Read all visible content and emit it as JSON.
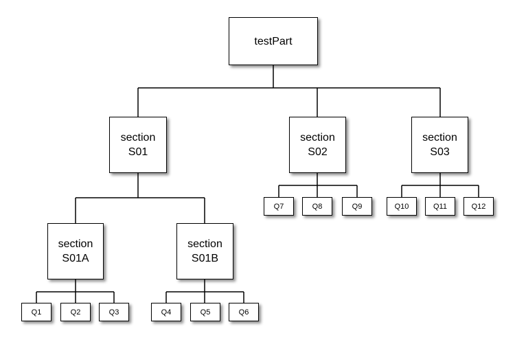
{
  "diagram": {
    "root": "testPart",
    "s01": {
      "l1": "section",
      "l2": "S01"
    },
    "s02": {
      "l1": "section",
      "l2": "S02"
    },
    "s03": {
      "l1": "section",
      "l2": "S03"
    },
    "s01a": {
      "l1": "section",
      "l2": "S01A"
    },
    "s01b": {
      "l1": "section",
      "l2": "S01B"
    },
    "questions": [
      "Q1",
      "Q2",
      "Q3",
      "Q4",
      "Q5",
      "Q6",
      "Q7",
      "Q8",
      "Q9",
      "Q10",
      "Q11",
      "Q12"
    ]
  }
}
